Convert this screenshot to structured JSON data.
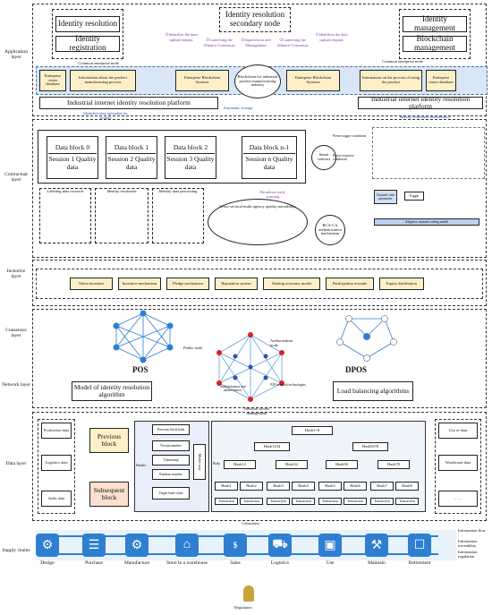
{
  "layers": {
    "application": "Application layer",
    "contractual": "Contractual layer",
    "incentive": "Incentive layer",
    "consensus": "Consensus layer",
    "network": "Network layer",
    "data": "Data layer",
    "supply": "Supply chains"
  },
  "application": {
    "identity_resolution": "Identity resolution",
    "identity_registration": "Identity registration",
    "identity_management": "Identity management",
    "blockchain_management": "Blockchain management",
    "secondary_node": "Identity resolution secondary node",
    "left_label1": "①Identifies the data upload request",
    "left_label2": "②Launching the Alliance Consensus",
    "center_label": "③Supervision and Management",
    "right_label2": "②Launching the Alliance Consensus",
    "right_label1": "①Identifies the data upload request",
    "common_node_left": "Common enterprise node",
    "common_node_right": "Common enterprise node",
    "ecd_left": "Enterprise center database",
    "info_left": "Information about the product manufacturing process",
    "ebs_left": "Enterprise Blockchain Systems",
    "center_db": "Blockchain for industrial product manufacturing industry",
    "ebs_right": "Enterprise Blockchain Systems",
    "info_right": "Information on the process of using the product",
    "ecd_right": "Enterprise center database",
    "platform_left": "Industrial internet identity resolution platform",
    "platform_right": "Industrial internet identity resolution platform",
    "identifies_data": "Identifies data uploaded for storage",
    "automatic_storage": "Automatic storage",
    "maintenance": "Identity resolution maintenance"
  },
  "contractual": {
    "blocks": [
      {
        "name": "Data block 0",
        "session": "Session 1 Quality data"
      },
      {
        "name": "Data block 1",
        "session": "Session 2 Quality data"
      },
      {
        "name": "Data block 2",
        "session": "Session 3 Quality data"
      },
      {
        "name": "Data block n-1",
        "session": "Session n Quality data"
      }
    ],
    "smart_contract": "Smart contract",
    "preset_trigger": "Preset trigger conditions",
    "preset_response": "Preset response conditions",
    "labeling": "Labeling data research",
    "identity_resolution": "Identity resolution",
    "identity_data_processing": "Identity data processing",
    "broadcast": "Broadcast early warning",
    "cross_chain": "Cross-sectoral multi-agency quality traceability",
    "rca": "RCA-CA authentication mechanism",
    "channel": "Channel state parameter",
    "trigger": "Trigger",
    "adaptive": "Adaptive channel coding model"
  },
  "incentive": {
    "items": [
      "Token incentive",
      "Incentive mechanism",
      "Pledge mechanism",
      "Reputation system",
      "Sharing economy model",
      "Participation rewards",
      "Equity distribution"
    ]
  },
  "consensus": {
    "pos": "POS",
    "dpos": "DPOS",
    "public_node": "Public node",
    "authorization_node": "Authorization node"
  },
  "network": {
    "model": "Model of identity resolution algorithm",
    "load_balancing": "Load balancing algorithms",
    "authentication": "Authentication and authorization",
    "p2p": "P2P network technologies",
    "access": "Network access management"
  },
  "data_layer": {
    "left_items": [
      "Production data",
      "Logistics data",
      "Sales data"
    ],
    "previous_block": "Previous block",
    "subsequent_block": "Subsequent block",
    "header_fields": [
      "Previous block hash",
      "Version number",
      "Timestamp",
      "Random number",
      "Target hash value"
    ],
    "header": "Header",
    "merkle": "Merkle root",
    "body": "Body",
    "root": "Hash1~8",
    "level1": [
      "Hash1234",
      "Hash5678"
    ],
    "level2": [
      "Hash12",
      "Hash34",
      "Hash56",
      "Hash78"
    ],
    "leaves": [
      "Hash1",
      "Hash2",
      "Hash3",
      "Hash4",
      "Hash5",
      "Hash6",
      "Hash7",
      "Hash8"
    ],
    "transaction": "Transaction",
    "right_items": [
      "Use of data",
      "Warehouse data",
      "……"
    ]
  },
  "supply": {
    "stages": [
      "Design",
      "Purchase",
      "Manufacture",
      "Store in a warehouse",
      "Sales",
      "Logistics",
      "Use",
      "Maintain",
      "Retirement"
    ],
    "consumers": "Consumers",
    "regulators": "Regulators",
    "flows": [
      "Information flow",
      "Information traceability",
      "Information regulation"
    ]
  },
  "colors": {
    "accent_blue": "#2f7fd0",
    "yellow": "#fdf0c8",
    "orange": "#e07a1f",
    "purple": "#7b3fa0"
  }
}
